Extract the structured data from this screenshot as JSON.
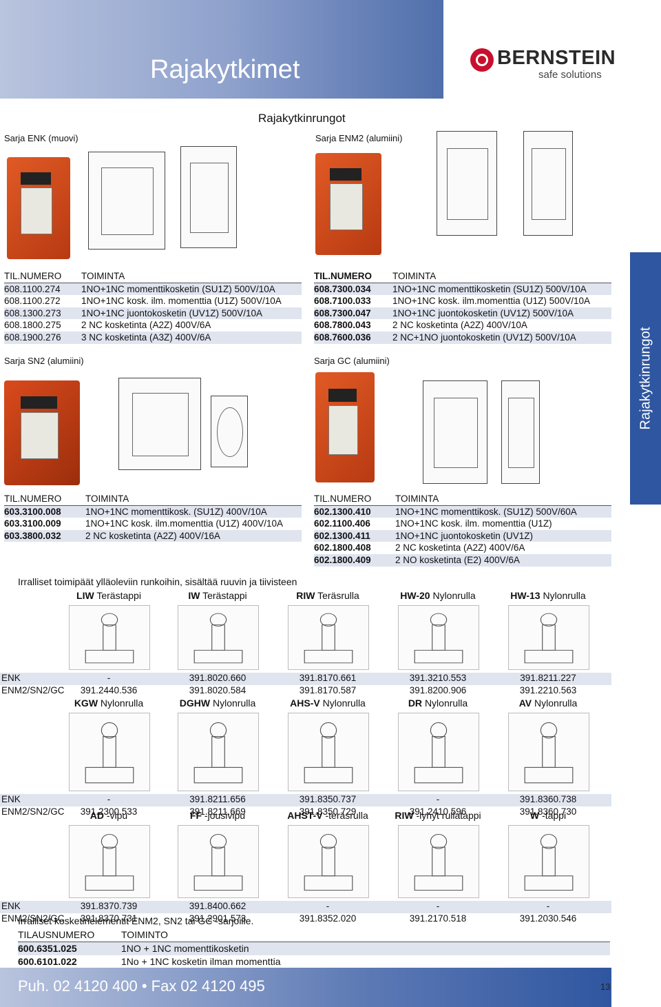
{
  "header": {
    "title": "Rajakytkimet",
    "logo_name": "BERNSTEIN",
    "logo_tagline": "safe solutions"
  },
  "section_title": "Rajakytkinrungot",
  "sidebar_label": "Rajakytkinrungot",
  "series": {
    "enk": {
      "title": "Sarja ENK (muovi)",
      "head": [
        "TIL.NUMERO",
        "TOIMINTA"
      ],
      "rows": [
        [
          "608.1100.274",
          "1NO+1NC momenttikosketin (SU1Z) 500V/10A"
        ],
        [
          "608.1100.272",
          "1NO+1NC kosk. ilm. momenttia (U1Z) 500V/10A"
        ],
        [
          "608.1300.273",
          "1NO+1NC juontokosketin (UV1Z) 500V/10A"
        ],
        [
          "608.1800.275",
          "2 NC kosketinta (A2Z) 400V/6A"
        ],
        [
          "608.1900.276",
          "3 NC kosketinta (A3Z) 400V/6A"
        ]
      ]
    },
    "enm2": {
      "title": "Sarja ENM2 (alumiini)",
      "head": [
        "TIL.NUMERO",
        "TOIMINTA"
      ],
      "rows": [
        [
          "608.7300.034",
          "1NO+1NC momenttikosketin (SU1Z) 500V/10A"
        ],
        [
          "608.7100.033",
          "1NO+1NC kosk. ilm.momenttia (U1Z) 500V/10A"
        ],
        [
          "608.7300.047",
          "1NO+1NC juontokosketin (UV1Z) 500V/10A"
        ],
        [
          "608.7800.043",
          "2 NC kosketinta (A2Z) 400V/10A"
        ],
        [
          "608.7600.036",
          "2 NC+1NO juontokosketin (UV1Z) 500V/10A"
        ]
      ]
    },
    "sn2": {
      "title": "Sarja SN2 (alumiini)",
      "head": [
        "TIL.NUMERO",
        "TOIMINTA"
      ],
      "rows": [
        [
          "603.3100.008",
          "1NO+1NC momenttikosk. (SU1Z) 400V/10A"
        ],
        [
          "603.3100.009",
          "1NO+1NC kosk. ilm.momenttia (U1Z) 400V/10A"
        ],
        [
          "603.3800.032",
          "2 NC kosketinta (A2Z) 400V/16A"
        ]
      ]
    },
    "gc": {
      "title": "Sarja GC (alumiini)",
      "head": [
        "TIL.NUMERO",
        "TOIMINTA"
      ],
      "rows": [
        [
          "602.1300.410",
          "1NO+1NC momenttikosk. (SU1Z) 500V/60A"
        ],
        [
          "602.1100.406",
          "1NO+1NC kosk. ilm. momenttia (U1Z)"
        ],
        [
          "602.1300.411",
          "1NO+1NC juontokosketin (UV1Z)"
        ],
        [
          "602.1800.408",
          "2 NC kosketinta (A2Z) 400V/6A"
        ],
        [
          "602.1800.409",
          "2 NO kosketinta (E2) 400V/6A"
        ]
      ]
    }
  },
  "accessories_heading": "Irralliset toimipäät ylläoleviin runkoihin, sisältää ruuvin ja tiivisteen",
  "row_labels": {
    "enk": "ENK",
    "enm2": "ENM2/SN2/GC"
  },
  "accessory_groups": [
    {
      "items": [
        {
          "name": "LIW",
          "desc": "Terästappi",
          "enk": "-",
          "enm2": "391.2440.536"
        },
        {
          "name": "IW",
          "desc": "Terästappi",
          "enk": "391.8020.660",
          "enm2": "391.8020.584"
        },
        {
          "name": "RIW",
          "desc": "Teräsrulla",
          "enk": "391.8170.661",
          "enm2": "391.8170.587"
        },
        {
          "name": "HW-20",
          "desc": "Nylonrulla",
          "enk": "391.3210.553",
          "enm2": "391.8200.906"
        },
        {
          "name": "HW-13",
          "desc": "Nylonrulla",
          "enk": "391.8211.227",
          "enm2": "391.2210.563"
        }
      ]
    },
    {
      "items": [
        {
          "name": "KGW",
          "desc": "Nylonrulla",
          "enk": "-",
          "enm2": "391.2300.533"
        },
        {
          "name": "DGHW",
          "desc": "Nylonrulla",
          "enk": "391.8211.656",
          "enm2": "391.8211.669"
        },
        {
          "name": "AHS-V",
          "desc": "Nylonrulla",
          "enk": "391.8350.737",
          "enm2": "391.8350.729"
        },
        {
          "name": "DR",
          "desc": "Nylonrulla",
          "enk": "-",
          "enm2": "391.2410.596"
        },
        {
          "name": "AV",
          "desc": "Nylonrulla",
          "enk": "391.8360.738",
          "enm2": "391.8360.730"
        }
      ]
    },
    {
      "items": [
        {
          "name": "AD",
          "desc": "-vipu",
          "enk": "391.8370.739",
          "enm2": "391.8370.731"
        },
        {
          "name": "FF",
          "desc": "-jousivipu",
          "enk": "391.8400.662",
          "enm2": "391.2901.573"
        },
        {
          "name": "AHST-V",
          "desc": "-teräsrulla",
          "enk": "-",
          "enm2": "391.8352.020"
        },
        {
          "name": "RIW",
          "desc": "-lyhyt rullatappi",
          "enk": "-",
          "enm2": "391.2170.518"
        },
        {
          "name": "W",
          "desc": "-tappi",
          "enk": "-",
          "enm2": "391.2030.546"
        }
      ]
    }
  ],
  "contacts": {
    "heading": "Irralliset kosketinelementit ENM2, SN2 tai GC -sarjoille.",
    "head": [
      "TILAUSNUMERO",
      "TOIMINTO"
    ],
    "rows": [
      [
        "600.6351.025",
        "1NO + 1NC momenttikosketin"
      ],
      [
        "600.6101.022",
        "1No + 1NC kosketin ilman momenttia"
      ]
    ]
  },
  "footer": {
    "text": "Puh. 02 4120 400 • Fax 02 4120 495",
    "page": "13"
  }
}
